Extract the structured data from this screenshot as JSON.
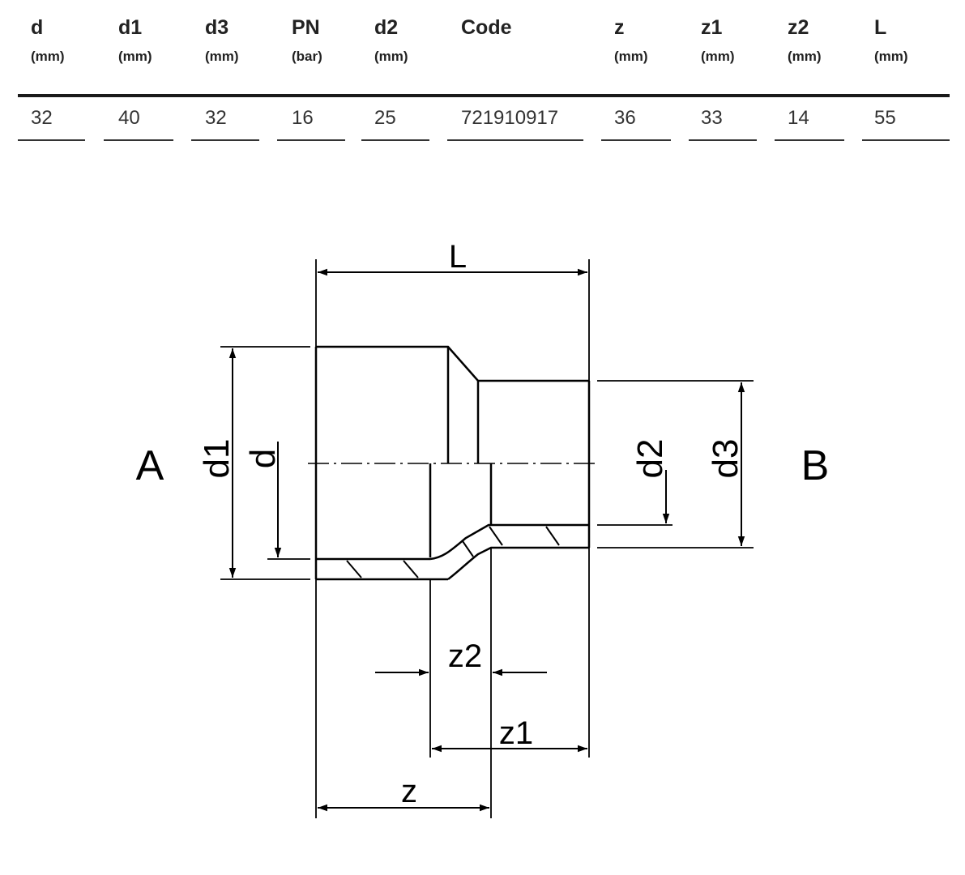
{
  "table": {
    "columns": [
      {
        "name": "d",
        "unit": "(mm)"
      },
      {
        "name": "d1",
        "unit": "(mm)"
      },
      {
        "name": "d3",
        "unit": "(mm)"
      },
      {
        "name": "PN",
        "unit": "(bar)"
      },
      {
        "name": "d2",
        "unit": "(mm)"
      },
      {
        "name": "Code",
        "unit": ""
      },
      {
        "name": "z",
        "unit": "(mm)"
      },
      {
        "name": "z1",
        "unit": "(mm)"
      },
      {
        "name": "z2",
        "unit": "(mm)"
      },
      {
        "name": "L",
        "unit": "(mm)"
      }
    ],
    "row": [
      "32",
      "40",
      "32",
      "16",
      "25",
      "721910917",
      "36",
      "33",
      "14",
      "55"
    ]
  },
  "diagram": {
    "labels": {
      "L": "L",
      "A": "A",
      "B": "B",
      "d": "d",
      "d1": "d1",
      "d2": "d2",
      "d3": "d3",
      "z": "z",
      "z1": "z1",
      "z2": "z2"
    }
  }
}
